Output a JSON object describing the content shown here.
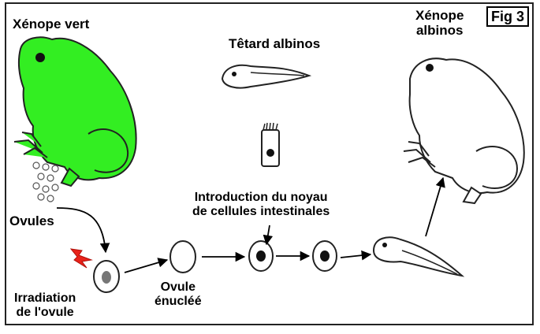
{
  "figure_tag": "Fig 3",
  "labels": {
    "green_frog": "Xénope vert",
    "albino_tadpole": "Têtard albinos",
    "albino_frog_line1": "Xénope",
    "albino_frog_line2": "albinos",
    "eggs": "Ovules",
    "irradiation_line1": "Irradiation",
    "irradiation_line2": "de l'ovule",
    "enucleated_line1": "Ovule",
    "enucleated_line2": "énucléé",
    "nucleus_line1": "Introduction du noyau",
    "nucleus_line2": "de cellules intestinales"
  },
  "colors": {
    "green_frog": "#33ee22",
    "irradiation_bolt": "#e8221a",
    "nucleus_irradiated": "#777777"
  }
}
